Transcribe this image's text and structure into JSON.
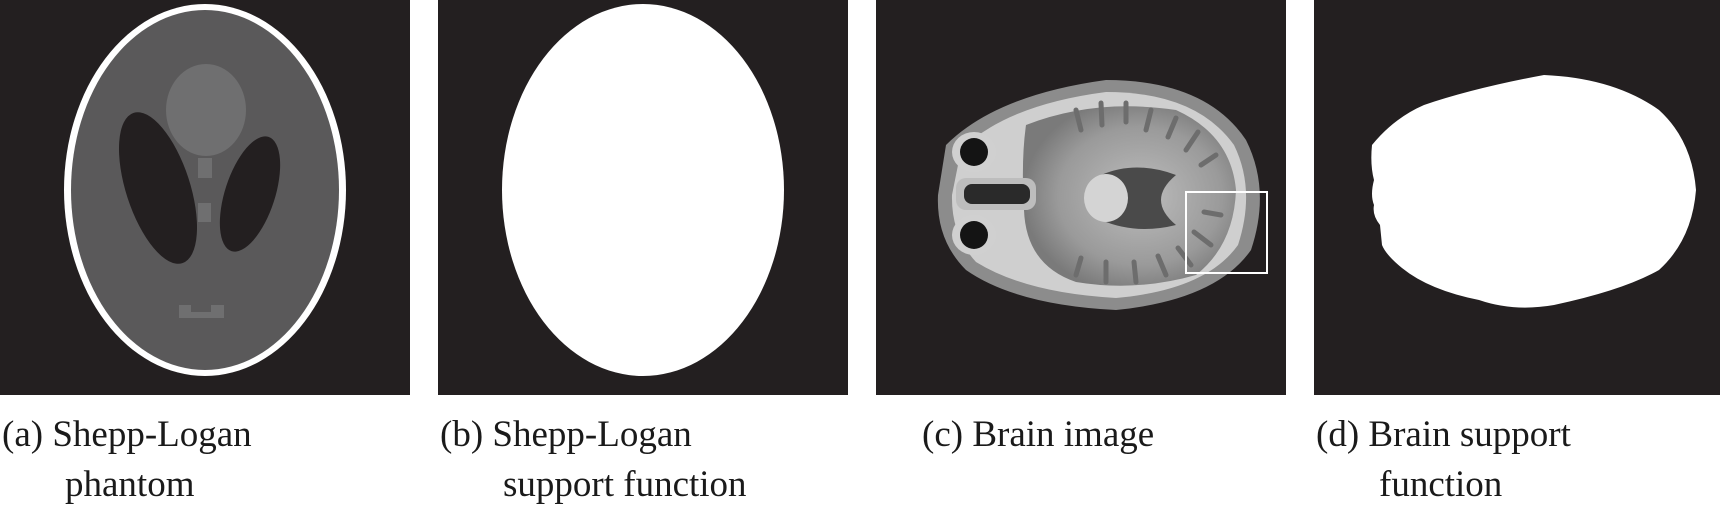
{
  "figure": {
    "panels": [
      {
        "id": "a",
        "label": "(a)",
        "caption_line1": "Shepp-Logan",
        "caption_line2": "phantom",
        "content": "Shepp-Logan phantom image"
      },
      {
        "id": "b",
        "label": "(b)",
        "caption_line1": "Shepp-Logan",
        "caption_line2": "support function",
        "content": "binary ellipse support mask"
      },
      {
        "id": "c",
        "label": "(c)",
        "caption_line1": "Brain image",
        "caption_line2": "",
        "content": "axial MRI brain slice with highlighted rectangle region"
      },
      {
        "id": "d",
        "label": "(d)",
        "caption_line1": "Brain support",
        "caption_line2": "function",
        "content": "binary brain support mask"
      }
    ],
    "colors": {
      "panel_background": "#231f20",
      "support_white": "#ffffff",
      "phantom_gray": "#5a595a",
      "phantom_light": "#6f6f70",
      "phantom_dark": "#231f20",
      "highlight_box": "#ffffff"
    }
  }
}
